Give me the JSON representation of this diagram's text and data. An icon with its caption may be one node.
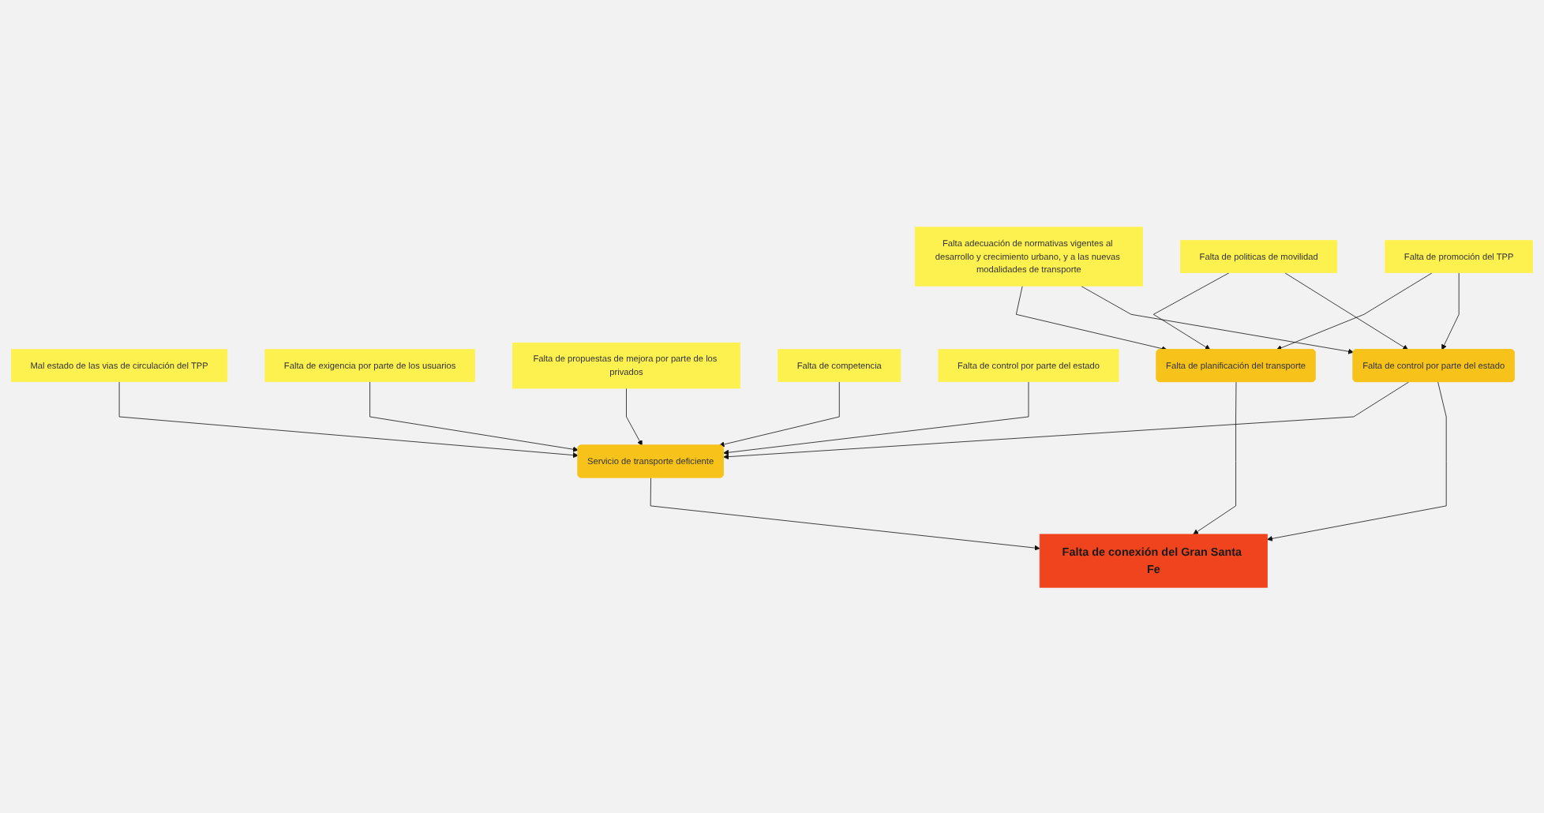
{
  "diagram": {
    "nodes": [
      {
        "text": [
          "Falta adecuación de normativas vigentes al desarrollo y crecimiento urbano, y a las nuevas modalidades de transporte"
        ]
      },
      {
        "text": [
          "Falta de politicas de movilidad"
        ]
      },
      {
        "text": [
          "Falta de promoción del TPP"
        ]
      },
      {
        "text": [
          "Mal estado de las vias de circulación del TPP"
        ]
      },
      {
        "text": [
          "Falta de exigencia por parte de los usuarios"
        ]
      },
      {
        "text": [
          "Falta de propuestas de mejora por parte de los privados"
        ]
      },
      {
        "text": [
          "Falta de competencia"
        ]
      },
      {
        "text": [
          "Falta de control por parte del estado"
        ]
      },
      {
        "text": [
          "Falta de planificación del transporte"
        ]
      },
      {
        "text": [
          "Falta de control por parte del estado"
        ]
      },
      {
        "text": [
          "Servicio de transporte deficiente"
        ]
      },
      {
        "text": [
          "Falta de conexión del Gran Santa Fe"
        ]
      }
    ],
    "edges": [
      {
        "from": 0,
        "to": 8,
        "arrow": "to"
      },
      {
        "from": 0,
        "to": 9,
        "arrow": "to"
      },
      {
        "from": 1,
        "to": 8,
        "arrow": "to"
      },
      {
        "from": 1,
        "to": 9,
        "arrow": "to"
      },
      {
        "from": 2,
        "to": 8,
        "arrow": "to"
      },
      {
        "from": 2,
        "to": 9,
        "arrow": "to"
      },
      {
        "from": 3,
        "to": 10,
        "arrow": "to"
      },
      {
        "from": 4,
        "to": 10,
        "arrow": "to"
      },
      {
        "from": 5,
        "to": 10,
        "arrow": "to"
      },
      {
        "from": 6,
        "to": 10,
        "arrow": "to"
      },
      {
        "from": 7,
        "to": 10,
        "arrow": "to"
      },
      {
        "from": 9,
        "to": 10,
        "arrow": "to"
      },
      {
        "from": 8,
        "to": 11,
        "arrow": "to"
      },
      {
        "from": 9,
        "to": 11,
        "arrow": "to"
      },
      {
        "from": 10,
        "to": 11,
        "arrow": "to"
      }
    ]
  }
}
